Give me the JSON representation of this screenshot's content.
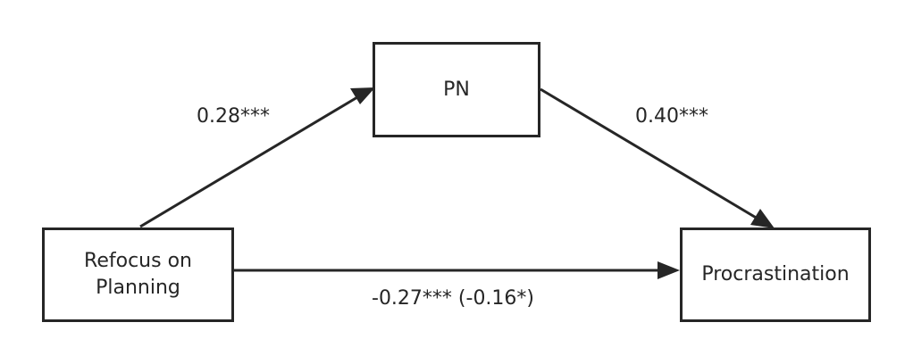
{
  "nodes": {
    "mediator": "PN",
    "predictor_line1": "Refocus on",
    "predictor_line2": "Planning",
    "outcome": "Procrastination"
  },
  "paths": {
    "a": "0.28***",
    "b": "0.40***",
    "c": "-0.27*** (-0.16*)"
  },
  "colors": {
    "stroke": "#262626",
    "text": "#262626",
    "background": "#ffffff"
  }
}
